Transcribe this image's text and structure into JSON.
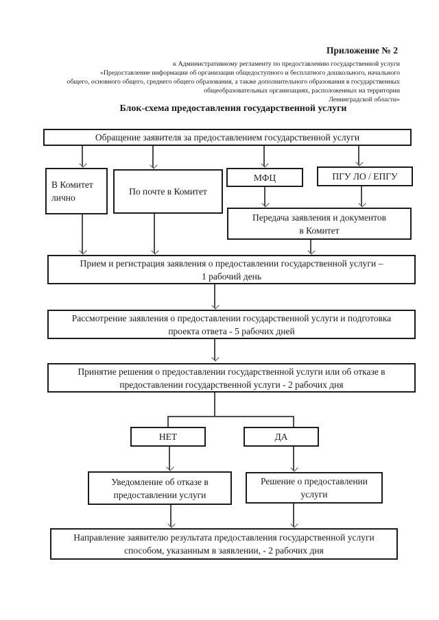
{
  "header": {
    "appendix": "Приложение № 2",
    "regulation_lines": [
      "к Административному регламенту по предоставлению государственной услуги",
      "«Предоставление информации об организации общедоступного и бесплатного дошкольного, начального",
      "общего, основного общего, среднего общего образования, а также дополнительного образования в государственных",
      "общеобразовательных организациях, расположенных на территории",
      "Ленинградской области»"
    ],
    "scheme_title": "Блок-схема предоставления государственной услуги"
  },
  "flowchart": {
    "nodes": {
      "obrashchenie": [
        "Обращение заявителя за предоставлением государственной услуги"
      ],
      "komitet_lichno": [
        "В Комитет",
        "лично"
      ],
      "po_pochte": [
        "По почте в Комитет"
      ],
      "mfc": [
        "МФЦ"
      ],
      "pgu": [
        "ПГУ ЛО / ЕПГУ"
      ],
      "peredacha": [
        "Передача заявления и документов",
        "в Комитет"
      ],
      "priem": [
        "Прием и регистрация заявления о предоставлении государственной услуги –",
        "1 рабочий день"
      ],
      "rassmotrenie": [
        "Рассмотрение заявления о предоставлении государственной услуги и подготовка",
        "проекта ответа - 5 рабочих дней"
      ],
      "prinyatie": [
        "Принятие решения о предоставлении государственной услуги или об отказе в",
        "предоставлении государственной услуги - 2 рабочих дня"
      ],
      "net": [
        "НЕТ"
      ],
      "da": [
        "ДА"
      ],
      "uvedomlenie": [
        "Уведомление об отказе в",
        "предоставлении услуги"
      ],
      "reshenie": [
        "Решение о предоставлении",
        "услуги"
      ],
      "napravlenie": [
        "Направление заявителю результата предоставления государственной услуги",
        "способом, указанным в заявлении, - 2 рабочих дня"
      ]
    },
    "decision_labels": {
      "no": "НЕТ",
      "yes": "ДА"
    },
    "colors": {
      "ink": "#1a1a1a",
      "box_border": "#1b1b1b",
      "arrow": "#4a4a4a",
      "background": "#ffffff"
    }
  }
}
